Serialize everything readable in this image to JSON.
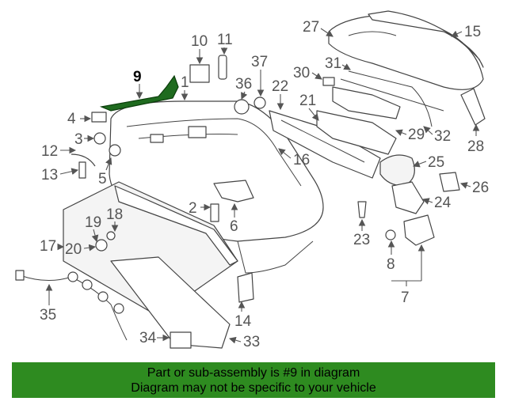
{
  "diagram": {
    "callouts": [
      "9",
      "10",
      "11",
      "1",
      "4",
      "3",
      "12",
      "13",
      "5",
      "36",
      "37",
      "30",
      "31",
      "27",
      "15",
      "22",
      "21",
      "32",
      "29",
      "28",
      "16",
      "25",
      "26",
      "24",
      "2",
      "6",
      "19",
      "18",
      "17",
      "20",
      "23",
      "8",
      "7",
      "35",
      "34",
      "33",
      "14"
    ],
    "highlighted_part": "9"
  },
  "banner": {
    "line1": "Part or sub-assembly is #9 in diagram",
    "line2": "Diagram may not be specific to your vehicle",
    "background": "#2e8b20"
  }
}
